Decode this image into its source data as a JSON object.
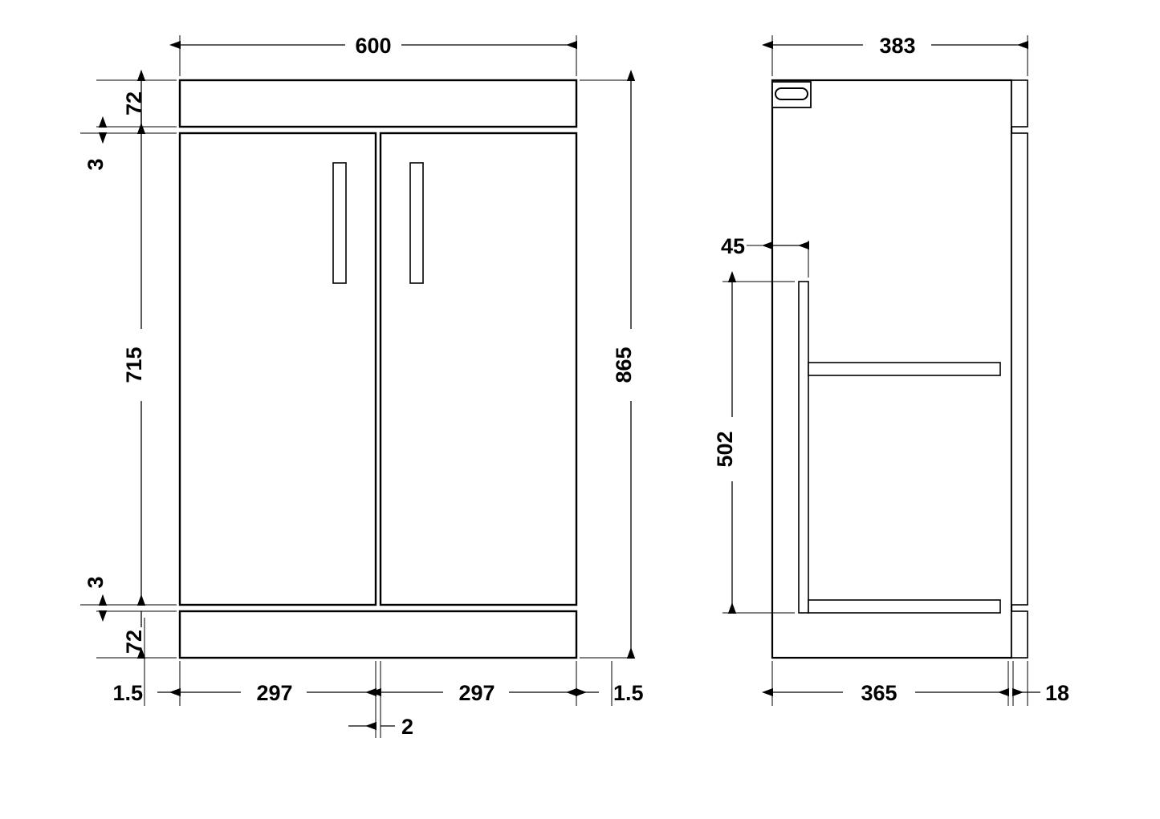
{
  "drawing": {
    "type": "technical-dimension-drawing",
    "subject": "2-door floor standing vanity unit",
    "units": "mm",
    "views": [
      {
        "name": "front-elevation",
        "label": ""
      },
      {
        "name": "side-section",
        "label": ""
      }
    ]
  },
  "front_view": {
    "dimensions": {
      "overall_width": "600",
      "overall_height": "865",
      "top_panel_height": "72",
      "gap_top": "3",
      "door_height": "715",
      "gap_bottom": "3",
      "bottom_panel_height": "72",
      "left_edge_offset": "1.5",
      "right_edge_offset": "1.5",
      "left_door_width": "297",
      "right_door_width": "297",
      "door_centre_gap": "2"
    },
    "parts": {
      "top_panel": "top-panel",
      "left_door": "left-door",
      "right_door": "right-door",
      "bottom_panel": "bottom-panel",
      "left_handle": "left-door-handle",
      "right_handle": "right-door-handle"
    }
  },
  "side_view": {
    "dimensions": {
      "overall_depth": "383",
      "carcass_depth": "365",
      "door_thickness": "18",
      "internal_panel_offset": "45",
      "internal_panel_height": "502"
    },
    "parts": {
      "carcass": "carcass-outline",
      "handle_recess": "handle-recess",
      "internal_vertical_panel": "internal-vertical-panel",
      "internal_shelf": "internal-shelf",
      "door_strip_top": "door-strip-top",
      "door_strip_middle": "door-strip-middle",
      "door_strip_bottom": "door-strip-bottom"
    }
  },
  "colors": {
    "line": "#000000",
    "background": "#ffffff",
    "fill": "#ffffff"
  }
}
